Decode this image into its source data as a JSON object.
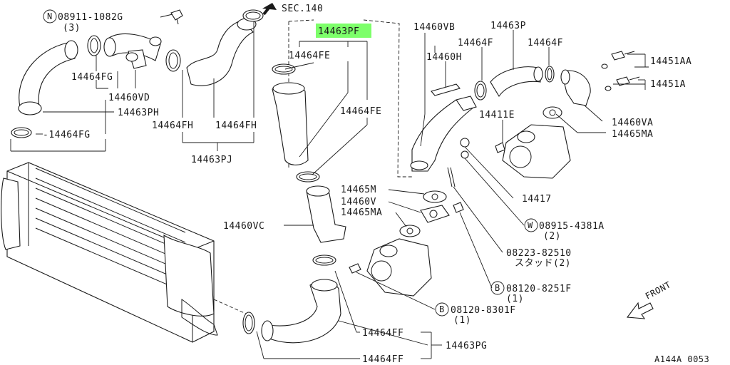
{
  "labels": {
    "n_08911": "08911-1082G",
    "n_qty3": "(3)",
    "sec140": "SEC.140",
    "p14463PF": "14463PF",
    "p14464FE_a": "14464FE",
    "p14464FE_b": "14464FE",
    "p14464FG_a": "14464FG",
    "p14460VD": "14460VD",
    "p14463PH": "14463PH",
    "p14464FG_b": "-14464FG",
    "p14464FH_a": "14464FH",
    "p14464FH_b": "14464FH",
    "p14463PJ": "14463PJ",
    "p14460VB": "14460VB",
    "p14463P": "14463P",
    "p14464F_a": "14464F",
    "p14464F_b": "14464F",
    "p14460H": "14460H",
    "p14451AA": "14451AA",
    "p14451A": "14451A",
    "p14411E": "14411E",
    "p14460VA": "14460VA",
    "p14465MA_a": "14465MA",
    "p14417": "14417",
    "w_08915": "08915-4381A",
    "w_qty2": "(2)",
    "p14465M": "14465M",
    "p14460V": "14460V",
    "p14465MA_b": "14465MA",
    "p14460VC": "14460VC",
    "p08223": "08223-82510",
    "stud": "スタッド(2)",
    "b_08120_8251F": "08120-8251F",
    "b_qty1a": "(1)",
    "b_08120_8301F": "08120-8301F",
    "b_qty1b": "(1)",
    "p14464FF_a": "14464FF",
    "p14464FF_b": "14464FF",
    "p14463PG": "14463PG",
    "front": "FRONT",
    "diagram_code": "A144A 0053",
    "prefix_N": "N",
    "prefix_W": "W",
    "prefix_B": "B"
  },
  "highlight_color": "#7dff6a",
  "highlighted_part": "14463PF"
}
